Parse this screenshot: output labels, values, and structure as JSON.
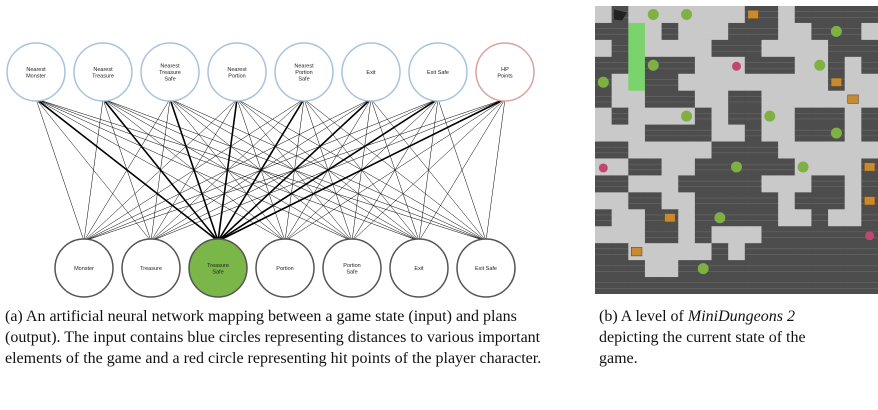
{
  "figure_a": {
    "input_nodes": [
      {
        "label": [
          "Nearest",
          "Monster"
        ],
        "kind": "distance"
      },
      {
        "label": [
          "Nearest",
          "Treasure"
        ],
        "kind": "distance"
      },
      {
        "label": [
          "Nearest",
          "Treasure",
          "Safe"
        ],
        "kind": "distance"
      },
      {
        "label": [
          "Nearest",
          "Portion"
        ],
        "kind": "distance"
      },
      {
        "label": [
          "Nearest",
          "Portion",
          "Safe"
        ],
        "kind": "distance"
      },
      {
        "label": [
          "Exit"
        ],
        "kind": "distance"
      },
      {
        "label": [
          "Exit Safe"
        ],
        "kind": "distance"
      },
      {
        "label": [
          "HP",
          "Points"
        ],
        "kind": "hit-points"
      }
    ],
    "output_nodes": [
      {
        "label": [
          "Monster"
        ],
        "highlighted": false
      },
      {
        "label": [
          "Treasure"
        ],
        "highlighted": false
      },
      {
        "label": [
          "Treasure",
          "Safe"
        ],
        "highlighted": true
      },
      {
        "label": [
          "Portion"
        ],
        "highlighted": false
      },
      {
        "label": [
          "Portion",
          "Safe"
        ],
        "highlighted": false
      },
      {
        "label": [
          "Exit"
        ],
        "highlighted": false
      },
      {
        "label": [
          "Exit Safe"
        ],
        "highlighted": false
      }
    ],
    "colors": {
      "input_border": "#a8c3dc",
      "hp_border": "#d9a3a3",
      "output_border": "#555555",
      "highlight_fill": "#7ab648",
      "edge": "#000000"
    },
    "caption_label": "(a)",
    "caption_text": "An artificial neural network mapping between a game state (input) and plans (output). The input contains blue circles representing distances to various important elements of the game and a red circle representing hit points of the player character."
  },
  "figure_b": {
    "caption_label": "(b)",
    "caption_prefix": "A level of",
    "caption_title": "MiniDungeons 2",
    "caption_line2": "depicting the current state of the",
    "caption_line3": "game.",
    "colors": {
      "wall": "#4d4d4d",
      "wall_mortar": "#6a6a6a",
      "floor": "#c9c9c9",
      "path": "#7bd36b",
      "monster": "#7fb043",
      "treasure": "#c78a32",
      "potion": "#c0476d",
      "hero": "#222222"
    }
  }
}
